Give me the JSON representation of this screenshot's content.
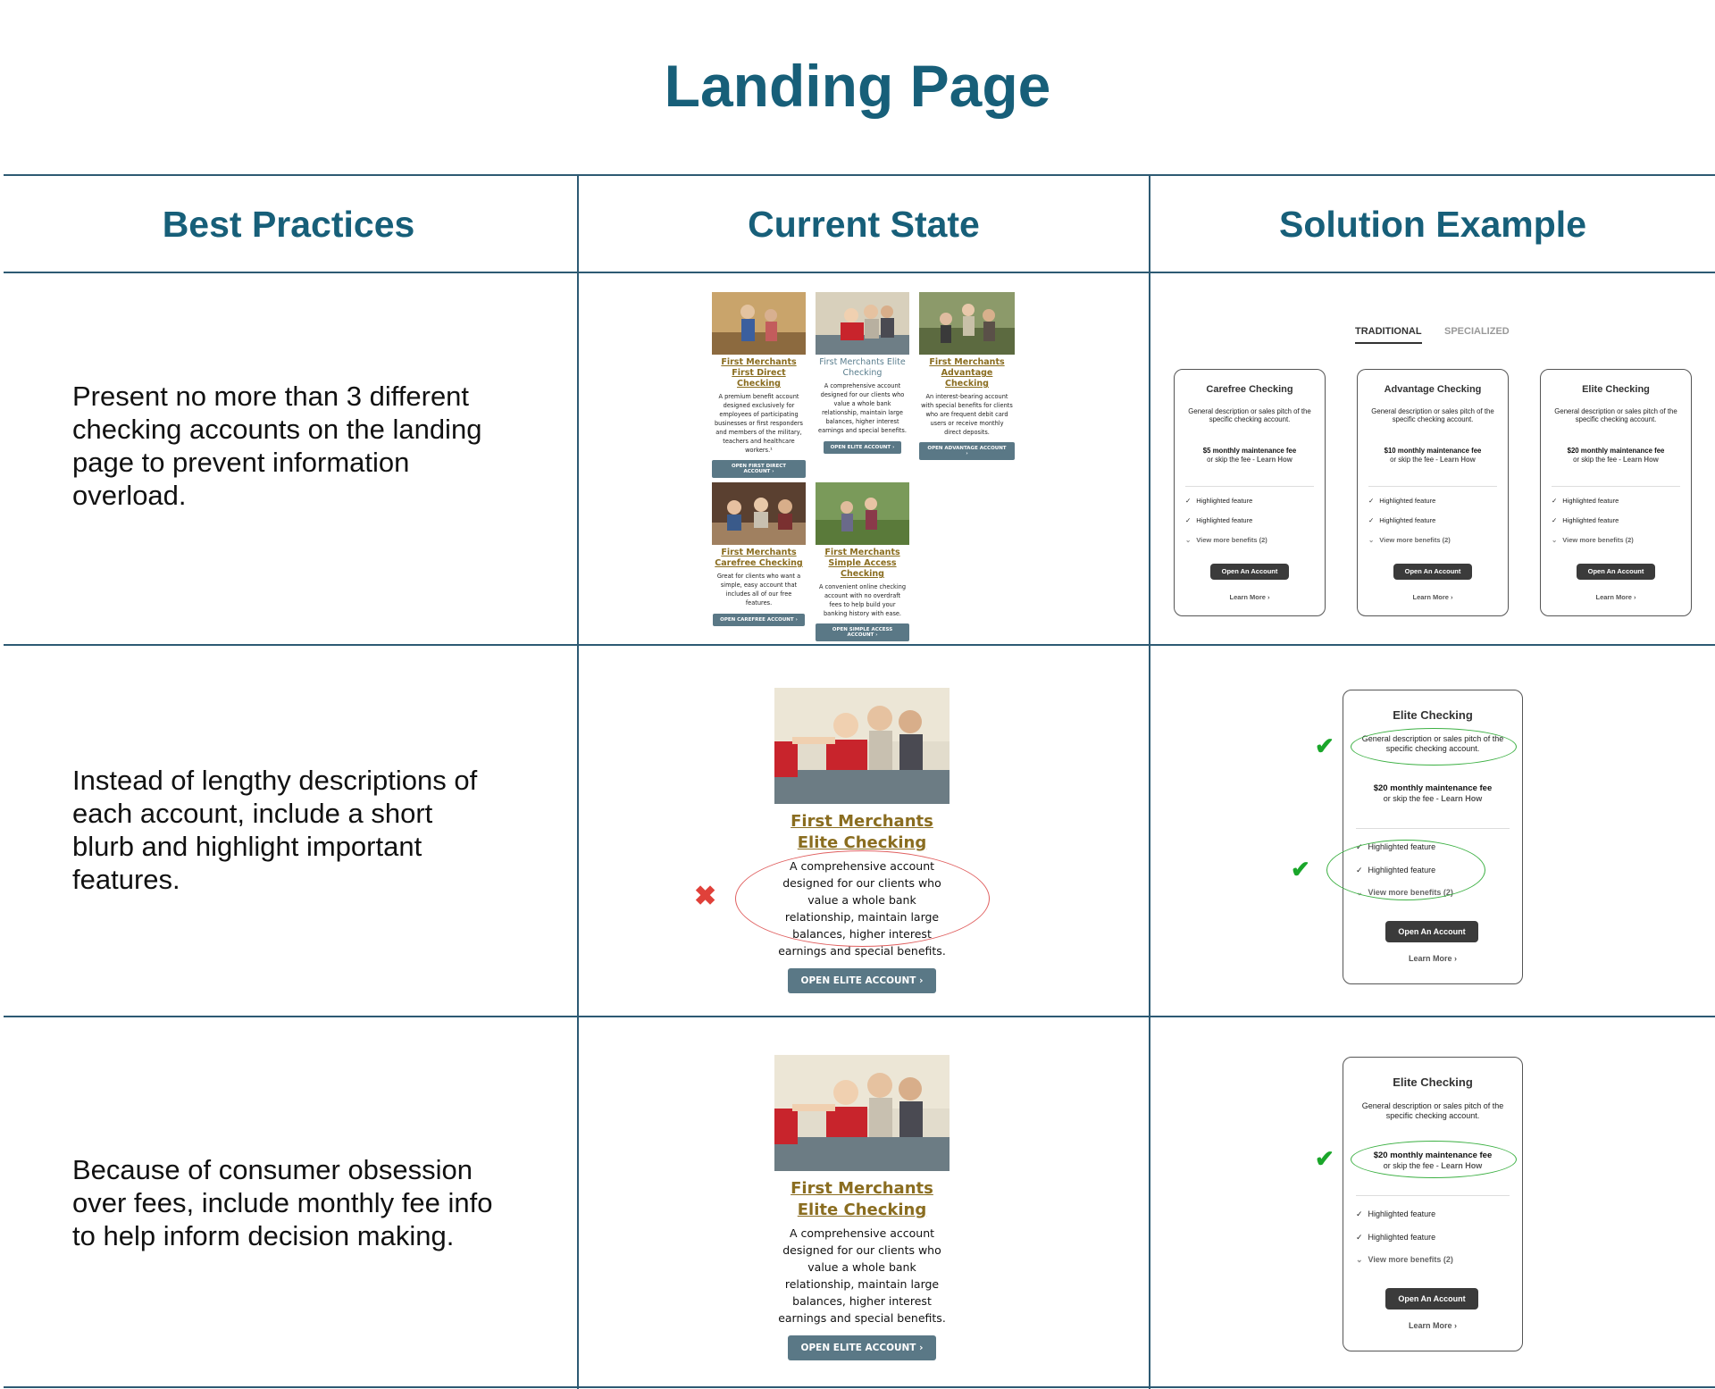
{
  "page_title": "Landing Page",
  "columns": [
    "Best Practices",
    "Current State",
    "Solution Example"
  ],
  "rows": [
    {
      "practice": "Present no more than 3 different checking accounts on the landing page to prevent information overload."
    },
    {
      "practice": "Instead of lengthy descriptions of each account, include a short blurb and highlight important features."
    },
    {
      "practice": "Because of consumer obsession over fees, include monthly fee info to help inform decision making."
    }
  ],
  "current_thumbs": [
    {
      "title": "First Merchants First Direct Checking",
      "desc": "A premium benefit account designed exclusively for employees of participating businesses or first responders and members of the military, teachers and healthcare workers.¹",
      "button": "OPEN FIRST DIRECT ACCOUNT ›"
    },
    {
      "title": "First Merchants Elite Checking",
      "desc": "A comprehensive account designed for our clients who value a whole bank relationship, maintain large balances, higher interest earnings and special benefits.",
      "button": "OPEN ELITE ACCOUNT ›"
    },
    {
      "title": "First Merchants Advantage Checking",
      "desc": "An interest-bearing account with special benefits for clients who are frequent debit card users or receive monthly direct deposits.",
      "button": "OPEN ADVANTAGE ACCOUNT ›"
    },
    {
      "title": "First Merchants Carefree Checking",
      "desc": "Great for clients who want a simple, easy account that includes all of our free features.",
      "button": "OPEN CAREFREE ACCOUNT ›"
    },
    {
      "title": "First Merchants Simple Access Checking",
      "desc": "A convenient online checking account with no overdraft fees to help build your banking history with ease.",
      "button": "OPEN SIMPLE ACCESS ACCOUNT ›"
    }
  ],
  "elite_card": {
    "title": "First Merchants Elite Checking",
    "desc": "A comprehensive account designed for our clients who value a whole bank relationship, maintain large balances, higher interest earnings and special benefits.",
    "button": "OPEN ELITE ACCOUNT ›"
  },
  "tabs": {
    "active": "TRADITIONAL",
    "inactive": "SPECIALIZED"
  },
  "solution_cards": [
    {
      "title": "Carefree Checking",
      "desc": "General description or sales pitch of the specific checking account.",
      "fee": "$5 monthly maintenance fee",
      "skip": "or skip the fee - ",
      "learn_how": "Learn How",
      "feature1": "Highlighted feature",
      "feature2": "Highlighted feature",
      "more": "View more benefits (2)",
      "button": "Open An Account",
      "learn_more": "Learn More ›"
    },
    {
      "title": "Advantage Checking",
      "desc": "General description or sales pitch of the specific checking account.",
      "fee": "$10 monthly maintenance fee",
      "skip": "or skip the fee - ",
      "learn_how": "Learn How",
      "feature1": "Highlighted feature",
      "feature2": "Highlighted feature",
      "more": "View more benefits (2)",
      "button": "Open An Account",
      "learn_more": "Learn More ›"
    },
    {
      "title": "Elite Checking",
      "desc": "General description or sales pitch of the specific checking account.",
      "fee": "$20 monthly maintenance fee",
      "skip": "or skip the fee - ",
      "learn_how": "Learn How",
      "feature1": "Highlighted feature",
      "feature2": "Highlighted feature",
      "more": "View more benefits (2)",
      "button": "Open An Account",
      "learn_more": "Learn More ›"
    }
  ],
  "elite_solution": {
    "title": "Elite Checking",
    "desc": "General description or sales pitch of the specific checking account.",
    "fee": "$20 monthly maintenance fee",
    "skip": "or skip the fee - ",
    "learn_how": "Learn How",
    "feature1": "Highlighted feature",
    "feature2": "Highlighted feature",
    "more": "View more benefits (2)",
    "button": "Open An Account",
    "learn_more": "Learn More ›"
  },
  "marks": {
    "check": "✔",
    "cross": "✖"
  },
  "colors": {
    "accent": "#175f79",
    "gold_link": "#8a6d20",
    "button_blue": "#5a7886",
    "check_green": "#1aa62a",
    "ellipse_green": "#3cb043",
    "ellipse_red": "#e06060",
    "cross_red": "#e0413a"
  }
}
